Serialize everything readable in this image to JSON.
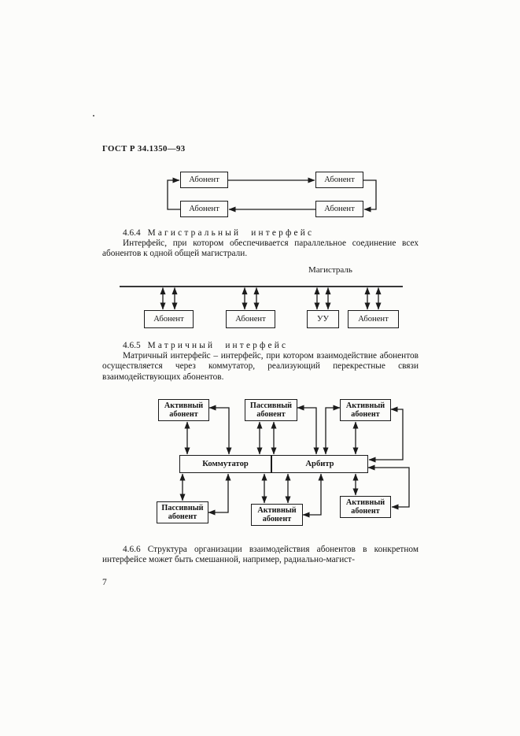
{
  "header": {
    "doc_number": "ГОСТ Р 34.1350—93"
  },
  "footer": {
    "page_number": "7"
  },
  "sections": {
    "s464": {
      "number": "4.6.4",
      "title": "Магистральный интерфейс",
      "body": "Интерфейс, при котором обеспечивается параллельное соединение всех абонентов к одной общей магистрали."
    },
    "s465": {
      "number": "4.6.5",
      "title": "Матричный интерфейс",
      "body": "Матричный интерфейс – интерфейс, при котором взаимодействие абонентов осуществляется через коммутатор, реализующий перекрестные связи взаимодействующих абонентов."
    },
    "s466": {
      "body": "4.6.6 Структура организации взаимодействия абонентов в конкретном интерфейсе может быть смешанной, например, радиально-магист-"
    }
  },
  "labels": {
    "abonent": "Абонент",
    "control_unit": "УУ",
    "bus": "Магистраль",
    "active_abonent": "Активный абонент",
    "passive_abonent": "Пассивный абонент",
    "switch": "Коммутатор",
    "arbiter": "Арбитр"
  }
}
